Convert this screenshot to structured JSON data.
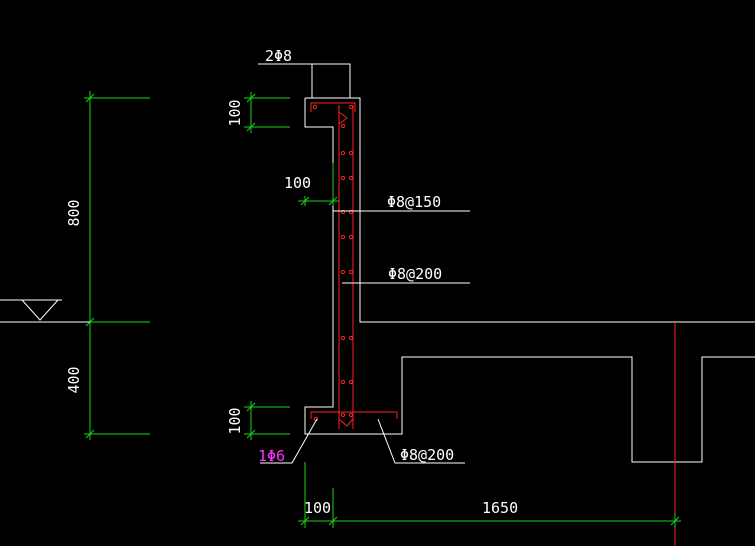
{
  "colors": {
    "background": "#000000",
    "outline": "#ffffff",
    "rebar": "#ff2020",
    "dimension": "#19d219",
    "label": "#ffffff",
    "highlight_label": "#ff33ff"
  },
  "dimensions": {
    "upper_height": "800",
    "lower_height": "400",
    "top_lip_height": "100",
    "step_width": "100",
    "bottom_lip_height": "100",
    "base_left_width": "100",
    "base_span": "1650"
  },
  "rebar_labels": {
    "top_bars": "2Φ8",
    "wall_bars_upper": "Φ8@150",
    "wall_bars_lower": "Φ8@200",
    "base_single_bar": "1Φ6",
    "base_bars": "Φ8@200"
  },
  "symbols": {
    "water_level": "water-level-triangle"
  }
}
